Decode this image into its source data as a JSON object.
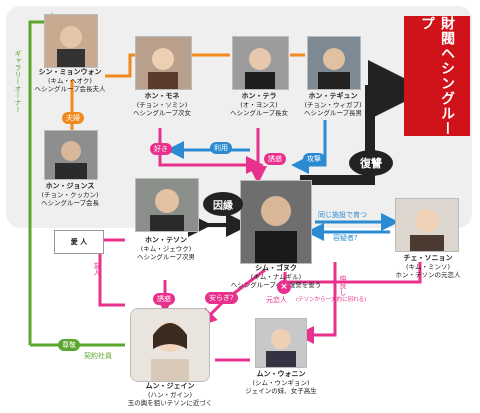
{
  "title_box": "財閥ヘシングループ",
  "people": [
    {
      "id": "myeongwon",
      "name": "シン・ミョンウォン",
      "actor": "(キム・ヘオク)",
      "role": "ヘシングループ会長夫人"
    },
    {
      "id": "jongsu",
      "name": "ホン・ジョンス",
      "actor": "(チョン・クッカン)",
      "role": "ヘシングループ会長"
    },
    {
      "id": "mone",
      "name": "ホン・モネ",
      "actor": "(チョン・ソミン)",
      "role": "ヘシングループ次女"
    },
    {
      "id": "tera",
      "name": "ホン・テラ",
      "actor": "(オ・ヨンス)",
      "role": "ヘシングループ長女"
    },
    {
      "id": "taegyun",
      "name": "ホン・テギュン",
      "actor": "(チョン・ウィガプ)",
      "role": "ヘシングループ長男"
    },
    {
      "id": "taesong",
      "name": "ホン・テソン",
      "actor": "(キム・ジェウク)",
      "role": "ヘシングループ次男"
    },
    {
      "id": "gojuk",
      "name": "シム・ゴヌク",
      "actor": "(キム・ナムギル)",
      "role": "ヘシングループへの復讐を誓う"
    },
    {
      "id": "sonjon",
      "name": "チェ・ソニョン",
      "actor": "(キム・ミンソ)",
      "role": "ホン・テソンの元恋人"
    },
    {
      "id": "jein",
      "name": "ムン・ジェイン",
      "actor": "(ハン・ガイン)",
      "role": "玉の輿を狙いテソンに近づく"
    },
    {
      "id": "uoni",
      "name": "ムン・ウォニン",
      "actor": "(シム・ウンギョン)",
      "role": "ジェインの妹、女子高生"
    }
  ],
  "labels": {
    "gallery_owner": "ギャラリーオーナー",
    "couple": "夫婦",
    "lover_box": "愛 人",
    "suki": "好き",
    "riyou": "利用",
    "yuuwaku1": "誘惑",
    "kougeki": "攻撃",
    "fukushuu": "復讐",
    "inen": "因縁",
    "same_facility": "同じ施設で育つ",
    "lover_q": "容疑者?",
    "yuujin": "友人",
    "nakayoshi": "仲良し",
    "yasuragi": "安らぎ?",
    "motokoibito": "元恋人",
    "motokoibito_note": "(テソンから一方的に別れる)",
    "yuuwaku2": "誘惑",
    "sonkei": "尊敬",
    "keiyaku": "契約社員"
  }
}
